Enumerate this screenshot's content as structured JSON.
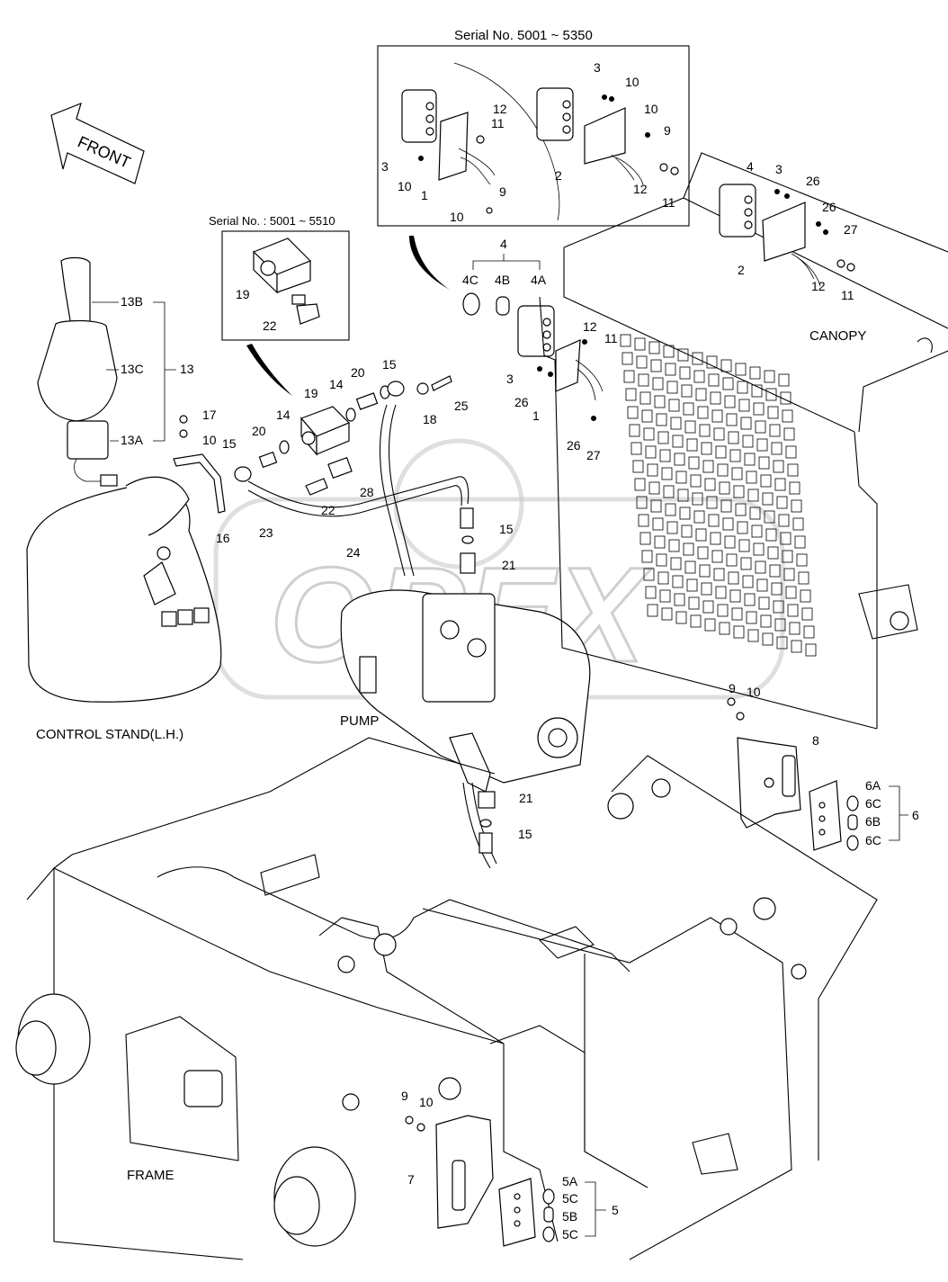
{
  "serial_a": "Serial No. 5001 ~ 5350",
  "serial_b": "Serial No. : 5001 ~ 5510",
  "front_label": "FRONT",
  "watermark": "OPEX",
  "captions": {
    "control_stand": "CONTROL STAND(L.H.)",
    "pump": "PUMP",
    "canopy": "CANOPY",
    "frame": "FRAME"
  },
  "callouts": {
    "c13": "13",
    "c13a": "13A",
    "c13b": "13B",
    "c13c": "13C",
    "c4": "4",
    "c4a": "4A",
    "c4b": "4B",
    "c4c": "4C",
    "c5": "5",
    "c5a": "5A",
    "c5b": "5B",
    "c5c": "5C",
    "c6": "6",
    "c6a": "6A",
    "c6b": "6B",
    "c6c": "6C",
    "n1": "1",
    "n2": "2",
    "n3": "3",
    "n7": "7",
    "n8": "8",
    "n9": "9",
    "n10": "10",
    "n11": "11",
    "n12": "12",
    "n14": "14",
    "n15": "15",
    "n16": "16",
    "n17": "17",
    "n18": "18",
    "n19": "19",
    "n20": "20",
    "n21": "21",
    "n22": "22",
    "n23": "23",
    "n24": "24",
    "n25": "25",
    "n26": "26",
    "n27": "27",
    "n28": "28"
  }
}
